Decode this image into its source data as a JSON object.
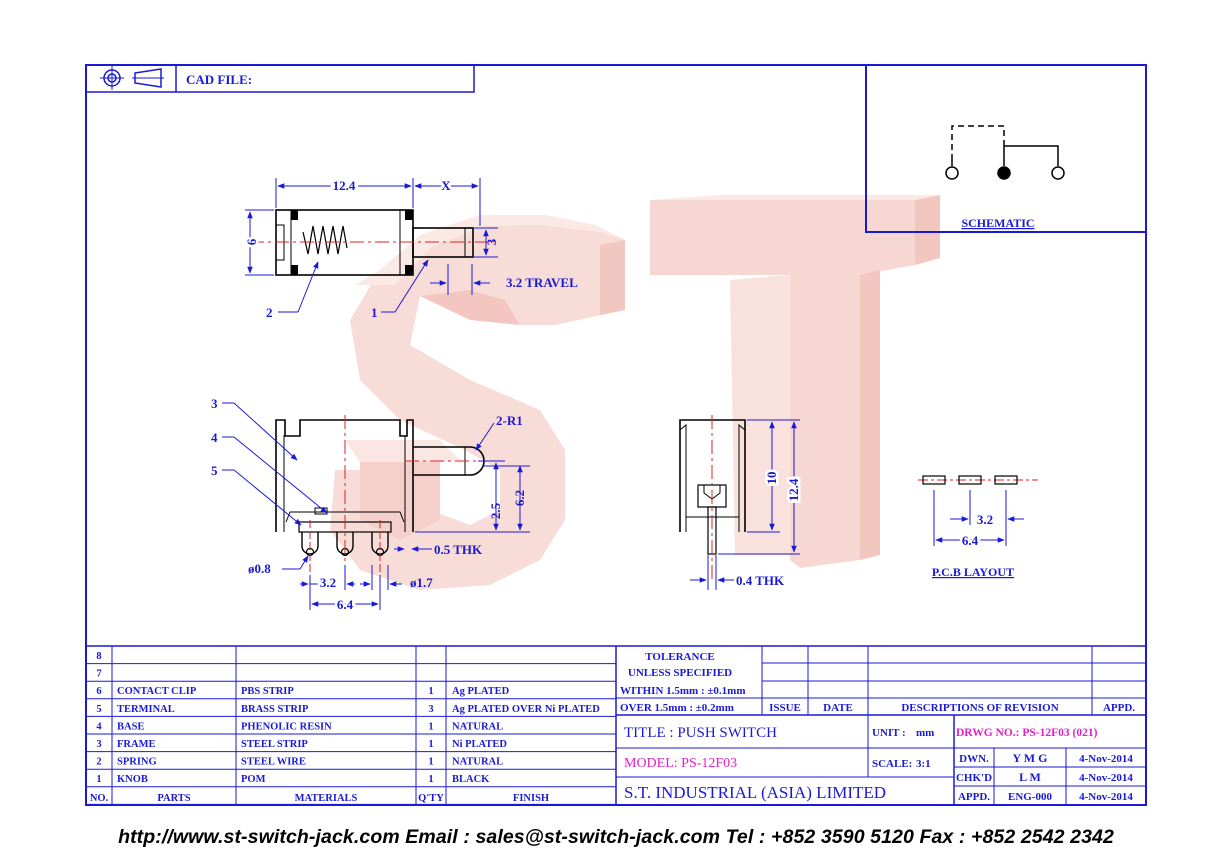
{
  "header": {
    "cad_label": "CAD FILE:"
  },
  "watermark": {
    "text": "ST"
  },
  "schematic": {
    "label": "SCHEMATIC"
  },
  "top_view": {
    "dim_length": "12.4",
    "dim_x": "X",
    "dim_height": "6",
    "dim_knob": "3",
    "travel": "3.2 TRAVEL",
    "callout_1": "1",
    "callout_2": "2"
  },
  "front_view": {
    "callout_3": "3",
    "callout_4": "4",
    "callout_5": "5",
    "radius": "2-R1",
    "dim_25": "2.5",
    "dim_62": "6.2",
    "thk": "0.5 THK",
    "hole": "ø0.8",
    "pitch": "3.2",
    "pin_dia": "ø1.7",
    "span": "6.4"
  },
  "side_view": {
    "dim_10": "10",
    "dim_124": "12.4",
    "thk": "0.4 THK"
  },
  "pcb": {
    "pitch": "3.2",
    "span": "6.4",
    "label": "P.C.B LAYOUT"
  },
  "bom": {
    "rows": [
      {
        "no": "8",
        "part": "",
        "material": "",
        "qty": "",
        "finish": ""
      },
      {
        "no": "7",
        "part": "",
        "material": "",
        "qty": "",
        "finish": ""
      },
      {
        "no": "6",
        "part": "CONTACT CLIP",
        "material": "PBS STRIP",
        "qty": "1",
        "finish": "Ag PLATED"
      },
      {
        "no": "5",
        "part": "TERMINAL",
        "material": "BRASS STRIP",
        "qty": "3",
        "finish": "Ag PLATED OVER Ni PLATED"
      },
      {
        "no": "4",
        "part": "BASE",
        "material": "PHENOLIC RESIN",
        "qty": "1",
        "finish": "NATURAL"
      },
      {
        "no": "3",
        "part": "FRAME",
        "material": "STEEL STRIP",
        "qty": "1",
        "finish": "Ni PLATED"
      },
      {
        "no": "2",
        "part": "SPRING",
        "material": "STEEL WIRE",
        "qty": "1",
        "finish": "NATURAL"
      },
      {
        "no": "1",
        "part": "KNOB",
        "material": "POM",
        "qty": "1",
        "finish": "BLACK"
      }
    ],
    "headers": {
      "no": "NO.",
      "parts": "PARTS",
      "materials": "MATERIALS",
      "qty": "Q'TY",
      "finish": "FINISH"
    }
  },
  "tolerance": {
    "line1": "TOLERANCE",
    "line2": "UNLESS  SPECIFIED",
    "within": "WITHIN  1.5mm : ±0.1mm",
    "over": "OVER   1.5mm : ±0.2mm"
  },
  "revision": {
    "issue": "ISSUE",
    "date": "DATE",
    "desc": "DESCRIPTIONS  OF  REVISION",
    "appd": "APPD."
  },
  "title_block": {
    "title": "TITLE : PUSH SWITCH",
    "unit_label": "UNIT :",
    "unit_value": "mm",
    "drwg": "DRWG NO.: PS-12F03 (021)",
    "model": "MODEL: PS-12F03",
    "scale_label": "SCALE:",
    "scale_value": "3:1",
    "company": "S.T.  INDUSTRIAL  (ASIA)  LIMITED",
    "dwn_label": "DWN.",
    "dwn_name": "Y M G",
    "dwn_date": "4-Nov-2014",
    "chk_label": "CHK'D",
    "chk_name": "L M",
    "chk_date": "4-Nov-2014",
    "appd_label": "APPD.",
    "appd_name": "ENG-000",
    "appd_date": "4-Nov-2014"
  },
  "footer": {
    "contact": "http://www.st-switch-jack.com  Email : sales@st-switch-jack.com  Tel : +852 3590 5120  Fax : +852 2542 2342"
  },
  "colors": {
    "line": "#1a1ad6",
    "magenta": "#e020c8",
    "watermark": "#f2b6ae",
    "black": "#000000"
  }
}
